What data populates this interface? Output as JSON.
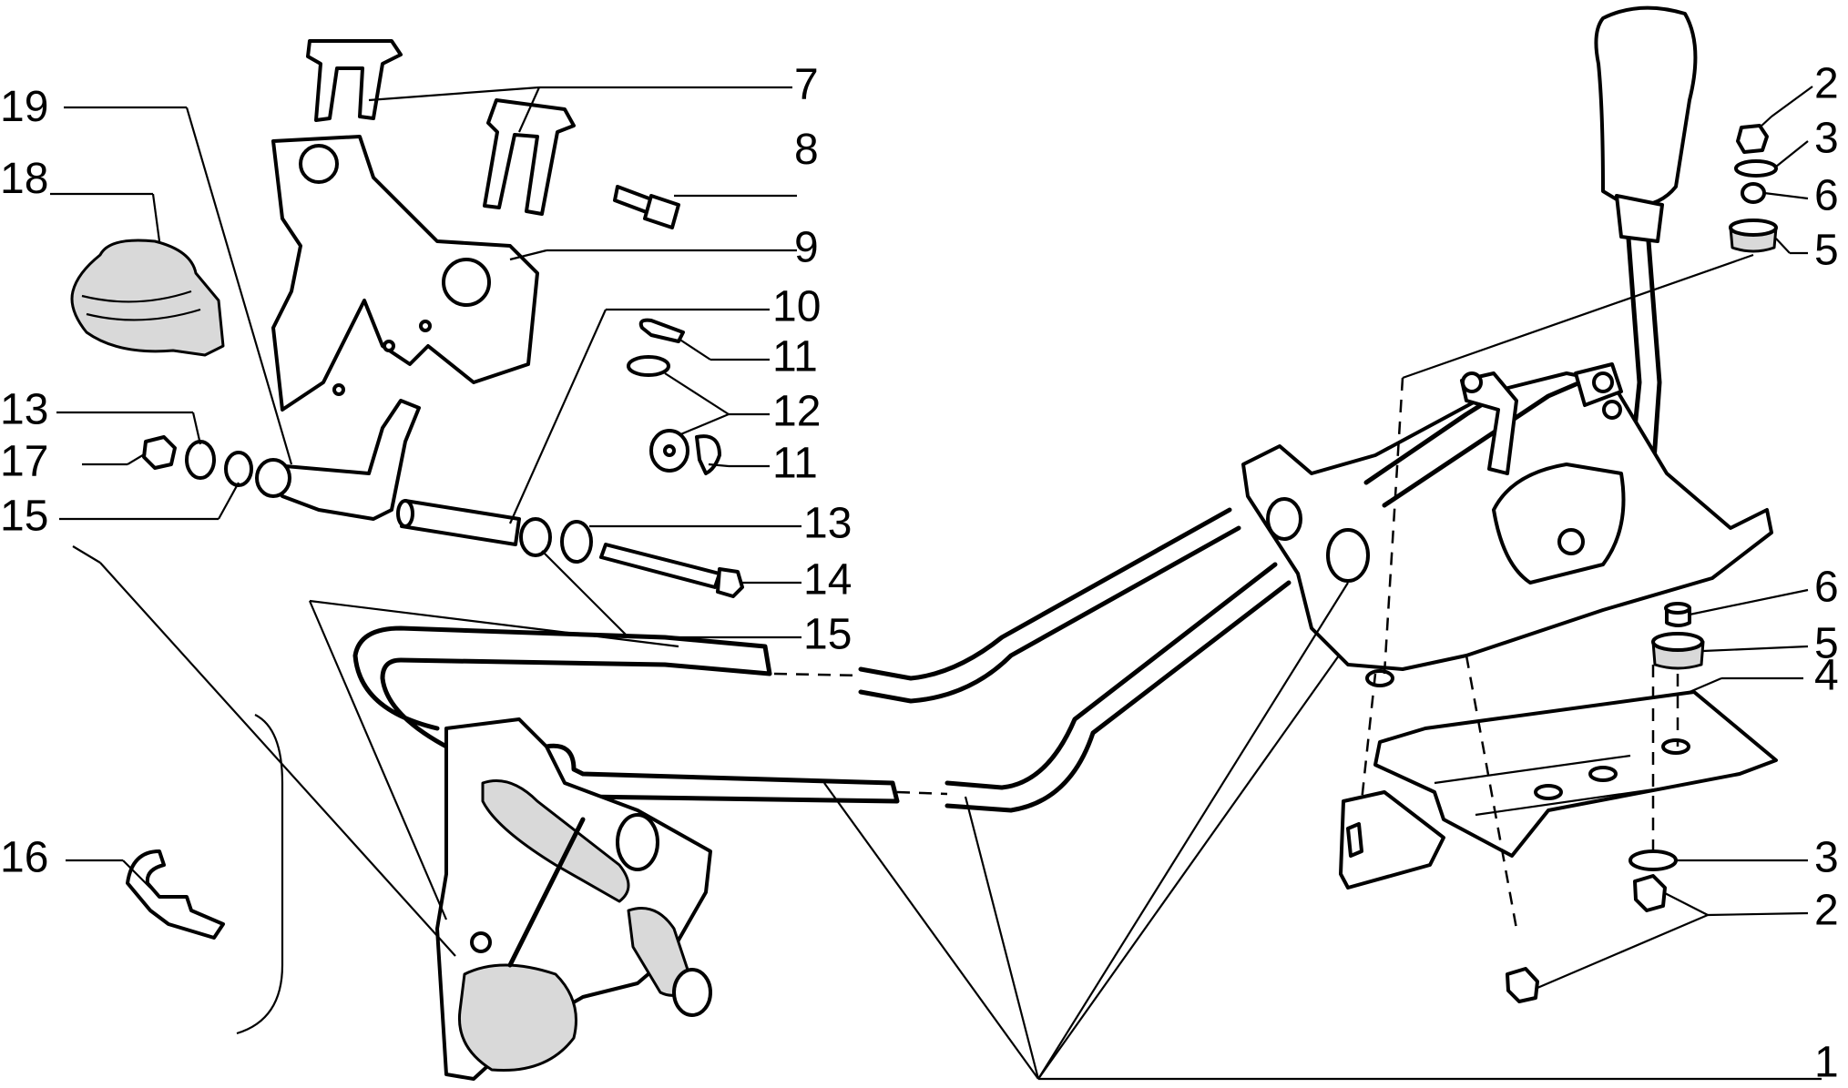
{
  "callouts": [
    "1",
    "2",
    "3",
    "4",
    "5",
    "6",
    "7",
    "8",
    "9",
    "10",
    "11",
    "12",
    "13",
    "14",
    "15",
    "16",
    "17",
    "18",
    "19"
  ],
  "labels": [
    {
      "id": "lbl-7",
      "text": "7"
    },
    {
      "id": "lbl-19",
      "text": "19"
    },
    {
      "id": "lbl-8",
      "text": "8"
    },
    {
      "id": "lbl-18",
      "text": "18"
    },
    {
      "id": "lbl-9",
      "text": "9"
    },
    {
      "id": "lbl-10",
      "text": "10"
    },
    {
      "id": "lbl-11a",
      "text": "11"
    },
    {
      "id": "lbl-12",
      "text": "12"
    },
    {
      "id": "lbl-11b",
      "text": "11"
    },
    {
      "id": "lbl-13a",
      "text": "13"
    },
    {
      "id": "lbl-17",
      "text": "17"
    },
    {
      "id": "lbl-15a",
      "text": "15"
    },
    {
      "id": "lbl-13b",
      "text": "13"
    },
    {
      "id": "lbl-14",
      "text": "14"
    },
    {
      "id": "lbl-15b",
      "text": "15"
    },
    {
      "id": "lbl-16",
      "text": "16"
    },
    {
      "id": "lbl-2a",
      "text": "2"
    },
    {
      "id": "lbl-3a",
      "text": "3"
    },
    {
      "id": "lbl-6a",
      "text": "6"
    },
    {
      "id": "lbl-5a",
      "text": "5"
    },
    {
      "id": "lbl-6b",
      "text": "6"
    },
    {
      "id": "lbl-5b",
      "text": "5"
    },
    {
      "id": "lbl-4",
      "text": "4"
    },
    {
      "id": "lbl-3b",
      "text": "3"
    },
    {
      "id": "lbl-2b",
      "text": "2"
    },
    {
      "id": "lbl-1",
      "text": "1"
    }
  ]
}
